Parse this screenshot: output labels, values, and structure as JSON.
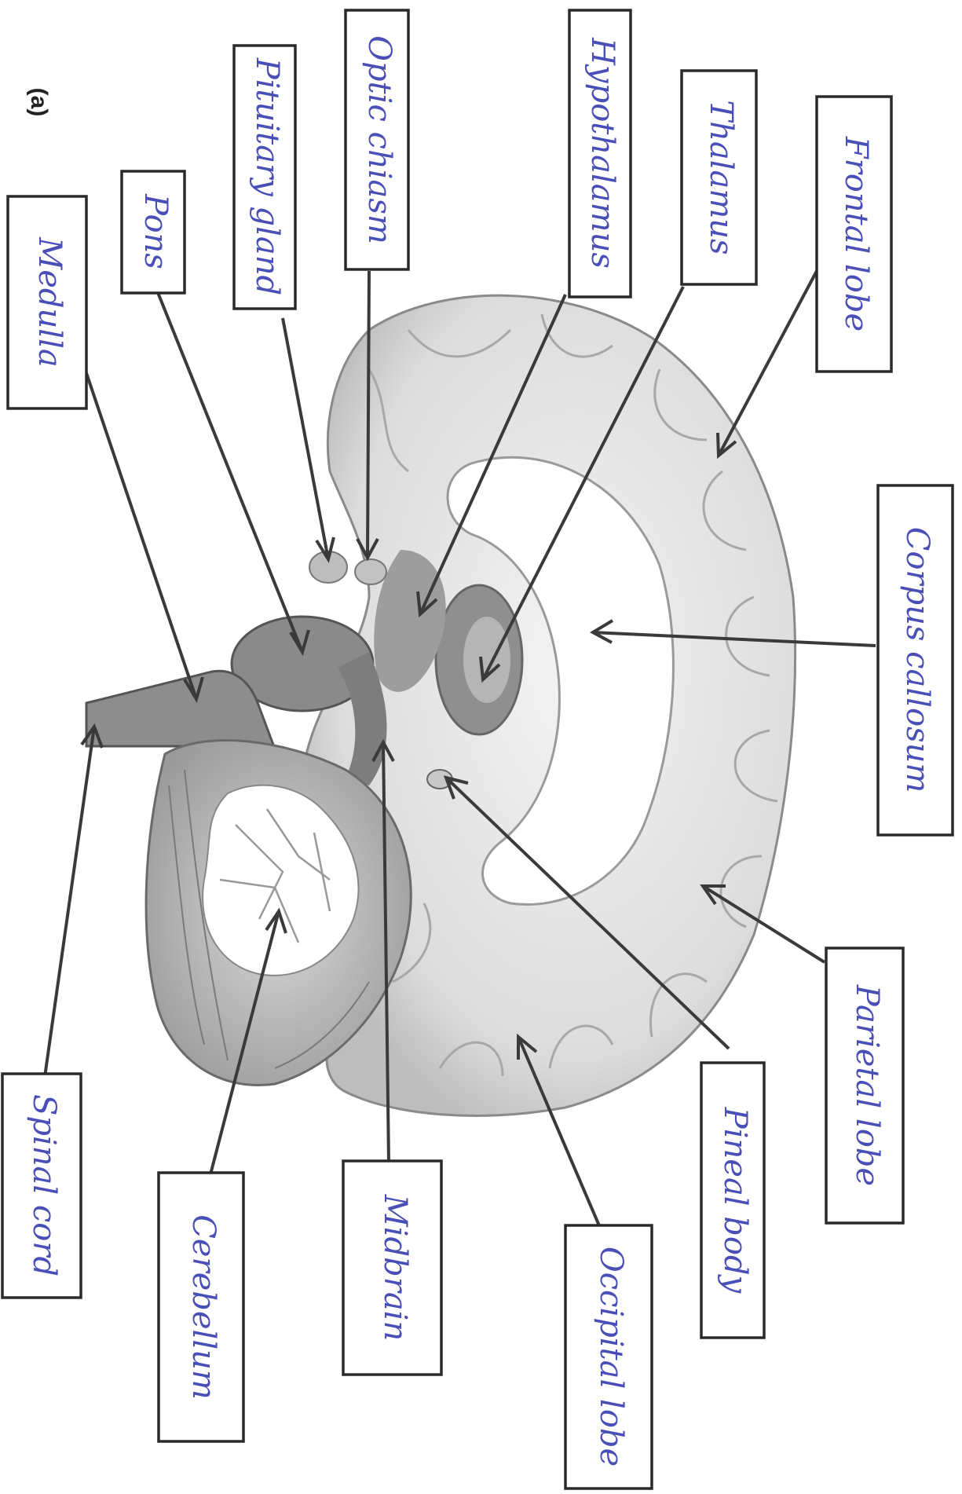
{
  "figure_label": "(a)",
  "labels": {
    "medulla": "Medulla",
    "pons": "Pons",
    "pituitary": "Pituitary gland",
    "optic": "Optic chiasm",
    "hypothalamus": "Hypothalamus",
    "thalamus": "Thalamus",
    "frontal": "Frontal lobe",
    "corpus": "Corpus callosum",
    "parietal": "Parietal lobe",
    "pineal": "Pineal body",
    "occipital": "Occipital lobe",
    "midbrain": "Midbrain",
    "cerebellum": "Cerebellum",
    "spinal": "Spinal cord"
  }
}
